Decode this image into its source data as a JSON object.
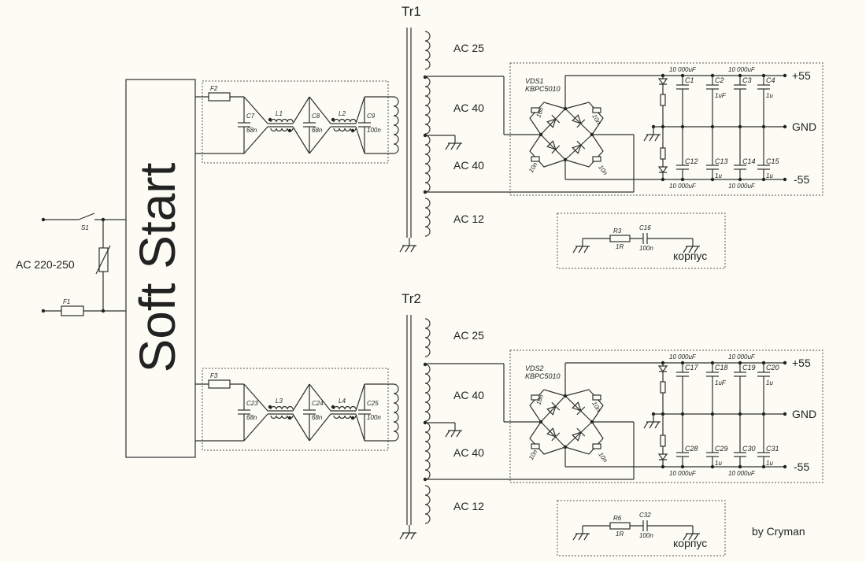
{
  "soft_start": {
    "title": "Soft Start"
  },
  "mains": {
    "label": "AC 220-250",
    "switch": "S1",
    "fuse": "F1"
  },
  "channels": [
    {
      "transformer": "Tr1",
      "filter": {
        "fuse": "F2",
        "c_in": "C7",
        "c_in_val": "68n",
        "l1": "L1",
        "c_mid": "C8",
        "c_mid_val": "68n",
        "l2": "L2",
        "c_out": "C9",
        "c_out_val": "100n"
      },
      "windings": [
        "AC 25",
        "AC 40",
        "AC 40",
        "AC 12"
      ],
      "bridge": {
        "name": "VDS1",
        "part": "KBPC5010",
        "snubber": "10n"
      },
      "rails": {
        "pos": "+55",
        "gnd": "GND",
        "neg": "-55"
      },
      "bulk_label": "10 000uF",
      "caps_pos": [
        {
          "name": "C1",
          "value": ""
        },
        {
          "name": "C2",
          "value": "1uF"
        },
        {
          "name": "C3",
          "value": ""
        },
        {
          "name": "C4",
          "value": "1u"
        }
      ],
      "caps_neg": [
        {
          "name": "C12",
          "value": ""
        },
        {
          "name": "C13",
          "value": "1u"
        },
        {
          "name": "C14",
          "value": ""
        },
        {
          "name": "C15",
          "value": "1u"
        }
      ],
      "chassis": {
        "r": "R3",
        "r_val": "1R",
        "c": "C16",
        "c_val": "100n",
        "label": "корпус"
      }
    },
    {
      "transformer": "Tr2",
      "filter": {
        "fuse": "F3",
        "c_in": "C23",
        "c_in_val": "68n",
        "l1": "L3",
        "c_mid": "C24",
        "c_mid_val": "68n",
        "l2": "L4",
        "c_out": "C25",
        "c_out_val": "100n"
      },
      "windings": [
        "AC 25",
        "AC 40",
        "AC 40",
        "AC 12"
      ],
      "bridge": {
        "name": "VDS2",
        "part": "KBPC5010",
        "snubber": "10n"
      },
      "rails": {
        "pos": "+55",
        "gnd": "GND",
        "neg": "-55"
      },
      "bulk_label": "10 000uF",
      "caps_pos": [
        {
          "name": "C17",
          "value": ""
        },
        {
          "name": "C18",
          "value": "1uF"
        },
        {
          "name": "C19",
          "value": ""
        },
        {
          "name": "C20",
          "value": "1u"
        }
      ],
      "caps_neg": [
        {
          "name": "C28",
          "value": ""
        },
        {
          "name": "C29",
          "value": "1u"
        },
        {
          "name": "C30",
          "value": ""
        },
        {
          "name": "C31",
          "value": "1u"
        }
      ],
      "chassis": {
        "r": "R6",
        "r_val": "1R",
        "c": "C32",
        "c_val": "100n",
        "label": "корпус"
      }
    }
  ],
  "credit": "by Cryman"
}
